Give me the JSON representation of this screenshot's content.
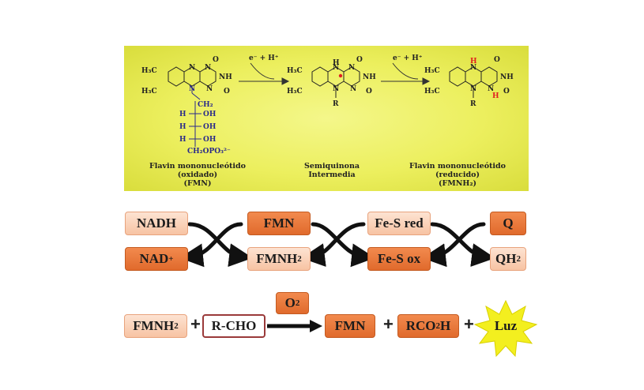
{
  "panel": {
    "arrow1_label": "e⁻ + H⁺",
    "arrow2_label": "e⁻ + H⁺",
    "caption_oxidized_line1": "Flavin mononucleótido (oxidado)",
    "caption_oxidized_line2": "(FMN)",
    "caption_semi_line1": "Semiquinona",
    "caption_semi_line2": "Intermedia",
    "caption_reduced_line1": "Flavin mononucleótido (reducido)",
    "caption_reduced_line2": "(FMNH₂)"
  },
  "cycle": {
    "nadh": "NADH",
    "nad_base": "NAD",
    "nad_sup": "+",
    "fmn": "FMN",
    "fmnh2_base": "FMNH",
    "fmnh2_sub": "2",
    "fes_red": "Fe-S red",
    "fes_ox": "Fe-S ox",
    "q": "Q",
    "qh2_base": "QH",
    "qh2_sub": "2"
  },
  "reaction": {
    "fmnh2_base": "FMNH",
    "fmnh2_sub": "2",
    "rcho": "R-CHO",
    "o2_base": "O",
    "o2_sub": "2",
    "fmn": "FMN",
    "rco2h_pre": "RCO",
    "rco2h_sub": "2",
    "rco2h_post": "H",
    "luz": "Luz",
    "plus": "+"
  },
  "colors": {
    "dark_box": "#e87a3c",
    "light_box": "#fbd3b8",
    "panel": "#ecef5e",
    "star": "#f3ef1f"
  }
}
